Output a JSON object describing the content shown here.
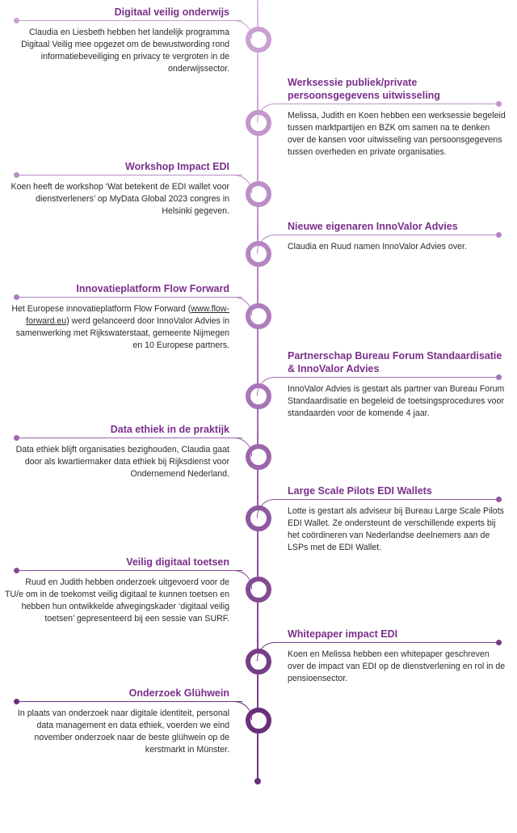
{
  "colors": {
    "light": "#c9a0d0",
    "mid": "#a874b8",
    "dark": "#6a2f7a",
    "title": "#7a2f8a"
  },
  "entries": [
    {
      "side": "left",
      "title": "Digitaal veilig onderwijs",
      "desc": "Claudia en Liesbeth hebben het landelijk programma Digitaal Veilig mee opgezet om de bewustwording rond informatiebeveiliging en privacy te vergroten in de onderwijssector."
    },
    {
      "side": "right",
      "title": "Werksessie publiek/private persoonsgegevens uitwisseling",
      "desc": "Melissa, Judith en Koen hebben een werksessie begeleid tussen marktpartijen en BZK om samen na te denken over de kansen voor uitwisseling van persoonsgegevens tussen overheden en private organisaties."
    },
    {
      "side": "left",
      "title": "Workshop Impact EDI",
      "desc": "Koen heeft de workshop ‘Wat betekent de EDI wallet voor dienstverleners’ op MyData Global 2023 congres in Helsinki gegeven."
    },
    {
      "side": "right",
      "title": "Nieuwe eigenaren InnoValor Advies",
      "desc": "Claudia en Ruud namen InnoValor Advies over."
    },
    {
      "side": "left",
      "title": "Innovatieplatform Flow Forward",
      "desc_pre": "Het Europese innovatieplatform Flow Forward (",
      "link": "www.flow-forward.eu",
      "desc_post": ") werd gelanceerd door InnoValor Advies in samenwerking met Rijkswaterstaat, gemeente Nijmegen en 10 Europese partners."
    },
    {
      "side": "right",
      "title": "Partnerschap Bureau Forum Standaardisatie & InnoValor Advies",
      "desc": "InnoValor Advies is gestart als partner van Bureau Forum Standaardisatie en begeleid de toetsingsprocedures voor standaarden voor de komende 4 jaar."
    },
    {
      "side": "left",
      "title": "Data ethiek in de praktijk",
      "desc": "Data ethiek blijft organisaties bezighouden, Claudia gaat door als kwartiermaker data ethiek bij Rijksdienst voor Ondernemend Nederland."
    },
    {
      "side": "right",
      "title": "Large Scale Pilots EDI Wallets",
      "desc": "Lotte is gestart als adviseur bij Bureau Large Scale Pilots EDI Wallet. Ze ondersteunt de verschillende experts bij het coördineren van Nederlandse deelnemers aan de LSPs met de EDI Wallet."
    },
    {
      "side": "left",
      "title": "Veilig digitaal toetsen",
      "desc": "Ruud en Judith hebben onderzoek uitgevoerd voor de TU/e om in de toekomst veilig digitaal te kunnen toetsen en hebben hun ontwikkelde afwegingskader ‘digitaal veilig toetsen’ gepresenteerd bij een sessie van SURF."
    },
    {
      "side": "right",
      "title": "Whitepaper impact EDI",
      "desc": "Koen en Melissa hebben een whitepaper geschreven over de impact van EDI op de dienstverlening en rol in de pensioensector."
    },
    {
      "side": "left",
      "title": "Onderzoek Glühwein",
      "desc": "In plaats van onderzoek naar digitale identiteit, personal data management en data ethiek, voerden we eind november onderzoek naar de beste glühwein op de kerstmarkt in Münster."
    }
  ]
}
